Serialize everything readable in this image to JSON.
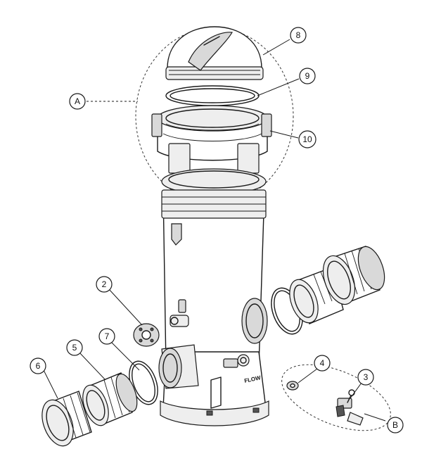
{
  "callouts": {
    "A": "A",
    "B": "B",
    "c2": "2",
    "c3": "3",
    "c4": "4",
    "c5": "5",
    "c6": "6",
    "c7": "7",
    "c8": "8",
    "c9": "9",
    "c10": "10"
  },
  "body_text": "FLOW"
}
